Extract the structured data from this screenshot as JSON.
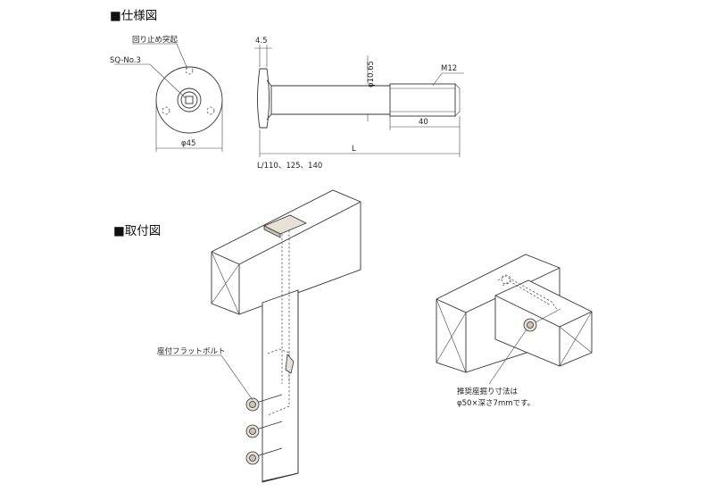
{
  "headings": {
    "spec": "■仕様図",
    "install": "■取付図"
  },
  "spec": {
    "anti_rotation": "回り止め突起",
    "socket": "SQ-No.3",
    "diameter_head": "φ45",
    "head_thickness": "4.5",
    "diameter_shank": "φ10.65",
    "thread": "M12",
    "thread_length": "40",
    "length_symbol": "L",
    "length_options": "L/110、125、140"
  },
  "install": {
    "bolt_label": "座付フラットボルト",
    "counterbore_line1": "推奨座掘り寸法は",
    "counterbore_line2": "φ50×深さ7mmです。"
  },
  "colors": {
    "line": "#333333",
    "metal": "#e6e1d6",
    "background": "#ffffff"
  }
}
